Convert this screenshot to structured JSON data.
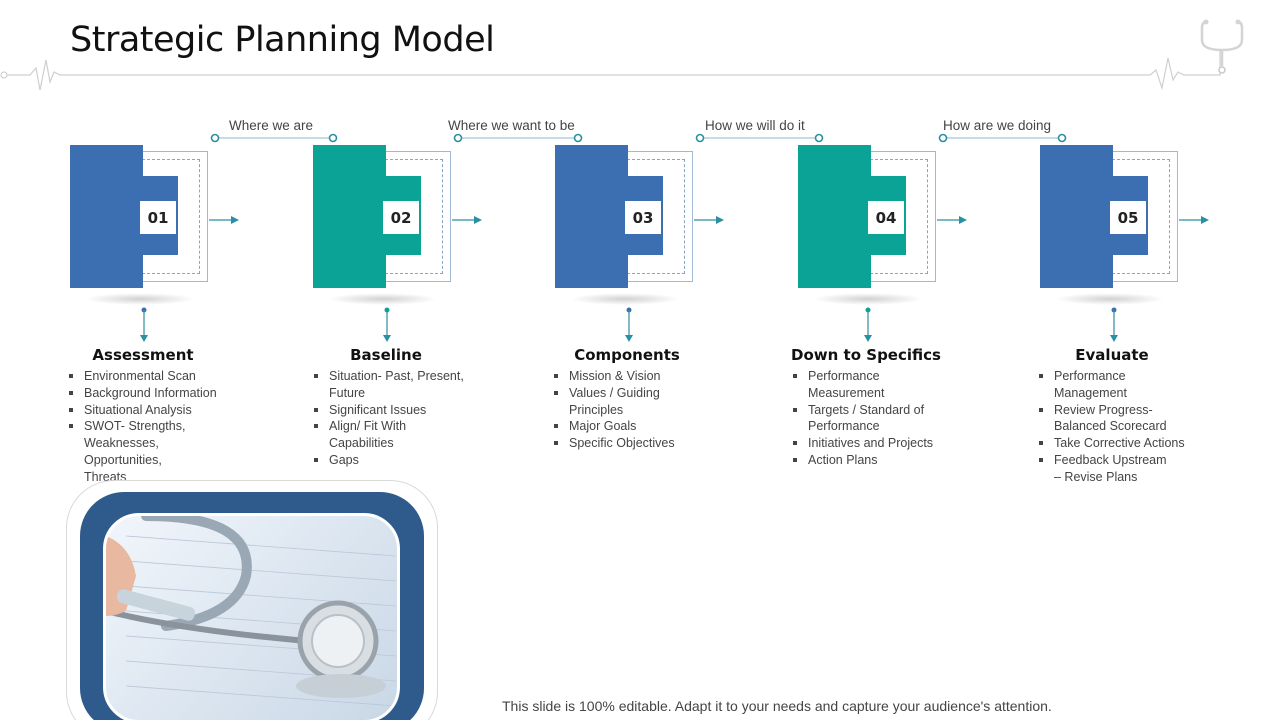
{
  "title": "Strategic Planning Model",
  "colors": {
    "blue": "#3b6fb1",
    "teal": "#0aa396",
    "connector": "#2b8fa3"
  },
  "connectors": [
    {
      "label": "Where we are"
    },
    {
      "label": "Where we want to be"
    },
    {
      "label": "How we will do it"
    },
    {
      "label": "How are we doing"
    }
  ],
  "steps": [
    {
      "number": "01",
      "color": "blue",
      "heading": "Assessment",
      "bullets": [
        "Environmental Scan",
        "Background Information",
        "Situational Analysis",
        "SWOT- Strengths, Weaknesses, Opportunities, Threats"
      ]
    },
    {
      "number": "02",
      "color": "teal",
      "heading": "Baseline",
      "bullets": [
        "Situation- Past, Present, Future",
        "Significant Issues",
        "Align/ Fit With Capabilities",
        "Gaps"
      ]
    },
    {
      "number": "03",
      "color": "blue",
      "heading": "Components",
      "bullets": [
        "Mission & Vision",
        "Values / Guiding Principles",
        "Major Goals",
        "Specific Objectives"
      ]
    },
    {
      "number": "04",
      "color": "teal",
      "heading": "Down to Specifics",
      "bullets": [
        "Performance Measurement",
        "Targets / Standard of Performance",
        "Initiatives and Projects",
        "Action Plans"
      ]
    },
    {
      "number": "05",
      "color": "blue",
      "heading": "Evaluate",
      "bullets": [
        "Performance Management",
        "Review Progress- Balanced Scorecard",
        "Take Corrective Actions",
        "Feedback Upstream – Revise Plans"
      ]
    }
  ],
  "icons": {
    "header": "stethoscope-icon",
    "photo": "stethoscope-photo"
  },
  "footer": "This slide is 100% editable. Adapt it to your needs and capture your audience's attention."
}
